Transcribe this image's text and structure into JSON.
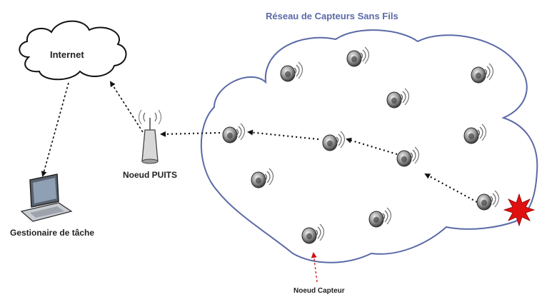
{
  "title": "Réseau de Capteurs Sans Fils",
  "internet_label": "Internet",
  "sink_label": "Noeud PUITS",
  "manager_label": "Gestionaire de tâche",
  "sensor_label": "Noeud Capteur",
  "colors": {
    "title": "#5b6aa6",
    "network_outline": "#5b6aa6",
    "event_star": "#e01010",
    "sensor_pointer": "#cc1111",
    "arrows": "#111111"
  },
  "icons": {
    "sensor": "wireless-sensor-icon",
    "sink": "antenna-sink-icon",
    "laptop": "laptop-icon",
    "event": "red-star-event-icon",
    "cloud": "internet-cloud-icon"
  }
}
